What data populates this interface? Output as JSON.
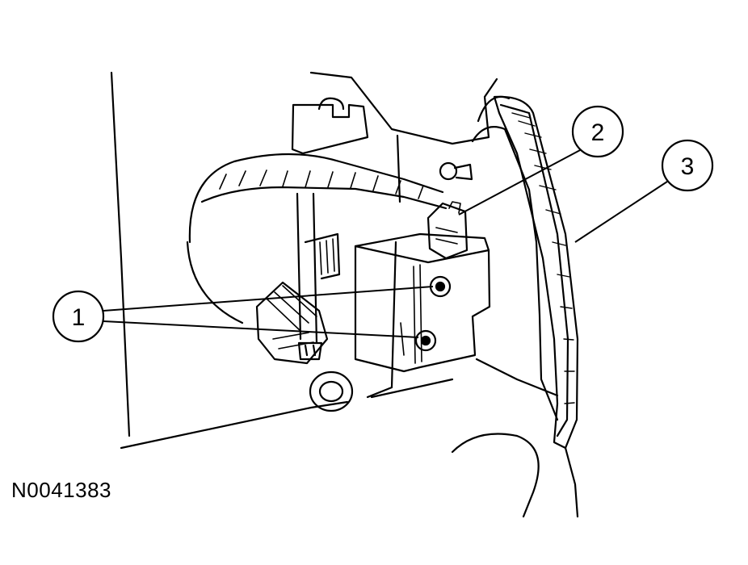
{
  "figure_id": "N0041383",
  "callouts": [
    {
      "label": "1"
    },
    {
      "label": "2"
    },
    {
      "label": "3"
    }
  ],
  "colors": {
    "line": "#000000",
    "background": "#ffffff"
  }
}
